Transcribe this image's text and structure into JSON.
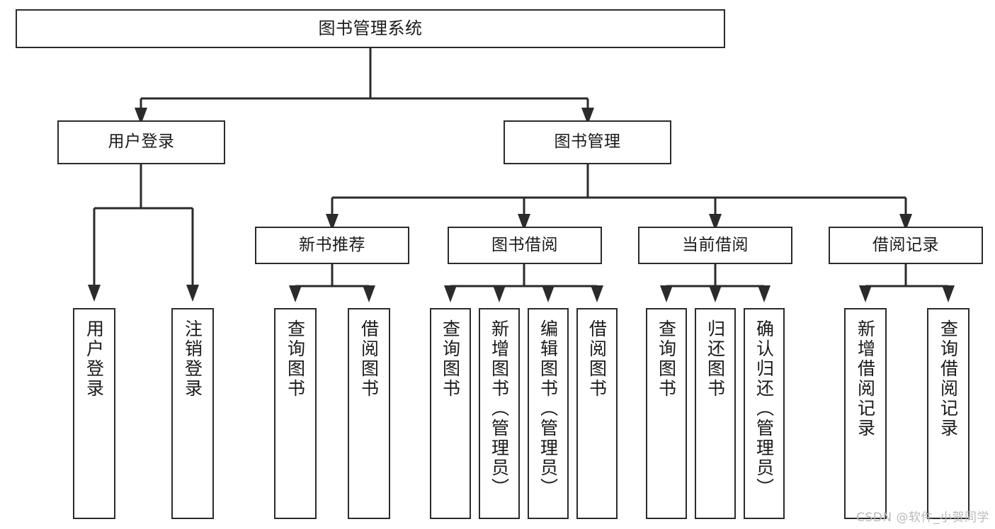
{
  "diagram": {
    "type": "tree-hierarchy",
    "title": "图书管理系统",
    "colors": {
      "box_border": "#2b2b2b",
      "box_fill": "#ffffff",
      "connector": "#2b2b2b",
      "text": "#1a1a1a",
      "watermark": "#b9b9b9",
      "background": "#ffffff"
    },
    "root": {
      "label": "图书管理系统"
    },
    "level2": [
      {
        "label": "用户登录"
      },
      {
        "label": "图书管理"
      }
    ],
    "level3": [
      {
        "label": "新书推荐"
      },
      {
        "label": "图书借阅"
      },
      {
        "label": "当前借阅"
      },
      {
        "label": "借阅记录"
      }
    ],
    "leaves": {
      "user_login": [
        {
          "label": "用户登录"
        },
        {
          "label": "注销登录"
        }
      ],
      "new_book_recommend": [
        {
          "label": "查询图书"
        },
        {
          "label": "借阅图书"
        }
      ],
      "book_borrow": [
        {
          "label": "查询图书"
        },
        {
          "label": "新增图书（管理员）"
        },
        {
          "label": "编辑图书（管理员）"
        },
        {
          "label": "借阅图书"
        }
      ],
      "current_borrow": [
        {
          "label": "查询图书"
        },
        {
          "label": "归还图书"
        },
        {
          "label": "确认归还（管理员）"
        }
      ],
      "borrow_record": [
        {
          "label": "新增借阅记录"
        },
        {
          "label": "查询借阅记录"
        }
      ]
    }
  },
  "watermark": {
    "text": "CSDN @软件_小贺同学"
  }
}
